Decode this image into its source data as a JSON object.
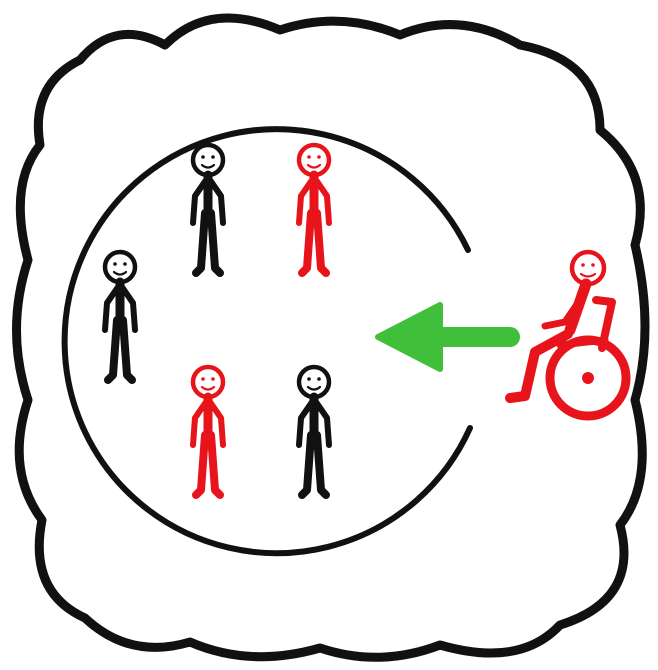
{
  "colors": {
    "outline": "#111111",
    "highlight": "#e8141b",
    "arrow": "#3fbf3a",
    "background": "#ffffff"
  },
  "icons": {
    "frame": "cloud-outline-icon",
    "group": "open-circle-icon",
    "people": [
      {
        "name": "person-black-icon",
        "color": "outline"
      },
      {
        "name": "person-red-icon",
        "color": "highlight"
      },
      {
        "name": "person-black-icon",
        "color": "outline"
      },
      {
        "name": "person-red-icon",
        "color": "highlight"
      },
      {
        "name": "person-black-icon",
        "color": "outline"
      }
    ],
    "arrow": "arrow-left-icon",
    "wheelchair_user": "wheelchair-user-icon"
  }
}
